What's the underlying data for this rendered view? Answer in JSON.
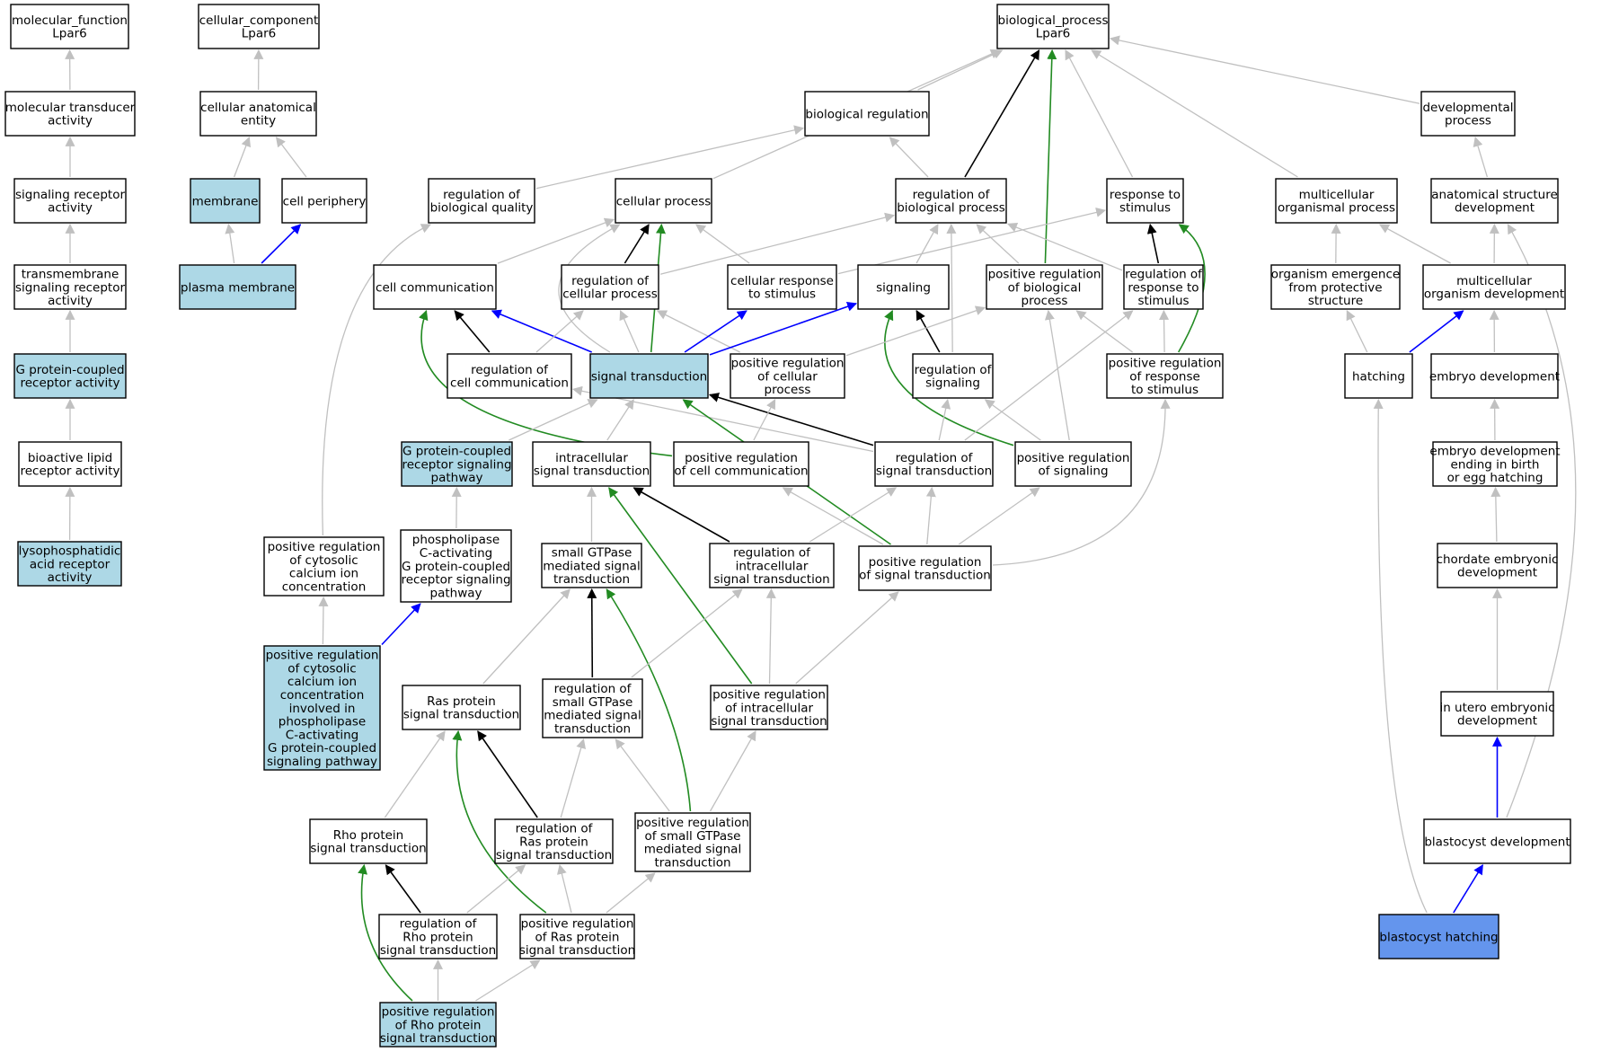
{
  "colors": {
    "grey": "#c0c0c0",
    "black": "#000000",
    "blue": "#0000ff",
    "green": "#228b22",
    "fill_white": "#ffffff",
    "fill_light": "#add8e6",
    "fill_query": "#6495ed"
  },
  "nodes": {
    "mf": {
      "lines": [
        "molecular_function",
        "Lpar6"
      ],
      "fill": "white"
    },
    "cc": {
      "lines": [
        "cellular_component",
        "Lpar6"
      ],
      "fill": "white"
    },
    "bp": {
      "lines": [
        "biological_process",
        "Lpar6"
      ],
      "fill": "white"
    },
    "mta": {
      "lines": [
        "molecular transducer",
        "activity"
      ],
      "fill": "white"
    },
    "cae": {
      "lines": [
        "cellular anatomical",
        "entity"
      ],
      "fill": "white"
    },
    "breg": {
      "lines": [
        "biological regulation"
      ],
      "fill": "white"
    },
    "dev": {
      "lines": [
        "developmental",
        "process"
      ],
      "fill": "white"
    },
    "sra": {
      "lines": [
        "signaling receptor",
        "activity"
      ],
      "fill": "white"
    },
    "mem": {
      "lines": [
        "membrane"
      ],
      "fill": "light"
    },
    "cper": {
      "lines": [
        "cell periphery"
      ],
      "fill": "white"
    },
    "rbq": {
      "lines": [
        "regulation of",
        "biological quality"
      ],
      "fill": "white"
    },
    "cp": {
      "lines": [
        "cellular process"
      ],
      "fill": "white"
    },
    "rbp": {
      "lines": [
        "regulation of",
        "biological process"
      ],
      "fill": "white"
    },
    "rts": {
      "lines": [
        "response to",
        "stimulus"
      ],
      "fill": "white"
    },
    "mop": {
      "lines": [
        "multicellular",
        "organismal process"
      ],
      "fill": "white"
    },
    "asd": {
      "lines": [
        "anatomical structure",
        "development"
      ],
      "fill": "white"
    },
    "tsra": {
      "lines": [
        "transmembrane",
        "signaling receptor",
        "activity"
      ],
      "fill": "white"
    },
    "pm": {
      "lines": [
        "plasma membrane"
      ],
      "fill": "light"
    },
    "ccomm": {
      "lines": [
        "cell communication"
      ],
      "fill": "white"
    },
    "rcp": {
      "lines": [
        "regulation of",
        "cellular process"
      ],
      "fill": "white"
    },
    "crs": {
      "lines": [
        "cellular response",
        "to stimulus"
      ],
      "fill": "white"
    },
    "sig": {
      "lines": [
        "signaling"
      ],
      "fill": "white"
    },
    "prbp": {
      "lines": [
        "positive regulation",
        "of biological",
        "process"
      ],
      "fill": "white"
    },
    "rrs": {
      "lines": [
        "regulation of",
        "response to",
        "stimulus"
      ],
      "fill": "white"
    },
    "oep": {
      "lines": [
        "organism emergence",
        "from protective",
        "structure"
      ],
      "fill": "white"
    },
    "mod": {
      "lines": [
        "multicellular",
        "organism development"
      ],
      "fill": "white"
    },
    "gpcra": {
      "lines": [
        "G protein-coupled",
        "receptor activity"
      ],
      "fill": "light"
    },
    "rcc": {
      "lines": [
        "regulation of",
        "cell communication"
      ],
      "fill": "white"
    },
    "st": {
      "lines": [
        "signal transduction"
      ],
      "fill": "light"
    },
    "prcp": {
      "lines": [
        "positive regulation",
        "of cellular",
        "process"
      ],
      "fill": "white"
    },
    "rsig": {
      "lines": [
        "regulation of",
        "signaling"
      ],
      "fill": "white"
    },
    "prrs": {
      "lines": [
        "positive regulation",
        "of response",
        "to stimulus"
      ],
      "fill": "white"
    },
    "hatch": {
      "lines": [
        "hatching"
      ],
      "fill": "white"
    },
    "ed": {
      "lines": [
        "embryo development"
      ],
      "fill": "white"
    },
    "blra": {
      "lines": [
        "bioactive lipid",
        "receptor activity"
      ],
      "fill": "white"
    },
    "gpcrsp": {
      "lines": [
        "G protein-coupled",
        "receptor signaling",
        "pathway"
      ],
      "fill": "light"
    },
    "ist": {
      "lines": [
        "intracellular",
        "signal transduction"
      ],
      "fill": "white"
    },
    "prcc": {
      "lines": [
        "positive regulation",
        "of cell communication"
      ],
      "fill": "white"
    },
    "rst": {
      "lines": [
        "regulation of",
        "signal transduction"
      ],
      "fill": "white"
    },
    "prsig": {
      "lines": [
        "positive regulation",
        "of signaling"
      ],
      "fill": "white"
    },
    "edeb": {
      "lines": [
        "embryo development",
        "ending in birth",
        "or egg hatching"
      ],
      "fill": "white"
    },
    "lpara": {
      "lines": [
        "lysophosphatidic",
        "acid receptor",
        "activity"
      ],
      "fill": "light"
    },
    "prcci": {
      "lines": [
        "positive regulation",
        "of cytosolic",
        "calcium ion",
        "concentration"
      ],
      "fill": "white"
    },
    "plc": {
      "lines": [
        "phospholipase",
        "C-activating",
        "G protein-coupled",
        "receptor signaling",
        "pathway"
      ],
      "fill": "white"
    },
    "sgst": {
      "lines": [
        "small GTPase",
        "mediated signal",
        "transduction"
      ],
      "fill": "white"
    },
    "rist": {
      "lines": [
        "regulation of",
        "intracellular",
        "signal transduction"
      ],
      "fill": "white"
    },
    "prst": {
      "lines": [
        "positive regulation",
        "of signal transduction"
      ],
      "fill": "white"
    },
    "ced": {
      "lines": [
        "chordate embryonic",
        "development"
      ],
      "fill": "white"
    },
    "prcciplc": {
      "lines": [
        "positive regulation",
        "of cytosolic",
        "calcium ion",
        "concentration",
        "involved in",
        "phospholipase",
        "C-activating",
        "G protein-coupled",
        "signaling pathway"
      ],
      "fill": "light"
    },
    "rasst": {
      "lines": [
        "Ras protein",
        "signal transduction"
      ],
      "fill": "white"
    },
    "rsgst": {
      "lines": [
        "regulation of",
        "small GTPase",
        "mediated signal",
        "transduction"
      ],
      "fill": "white"
    },
    "prist": {
      "lines": [
        "positive regulation",
        "of intracellular",
        "signal transduction"
      ],
      "fill": "white"
    },
    "iued": {
      "lines": [
        "in utero embryonic",
        "development"
      ],
      "fill": "white"
    },
    "rhost": {
      "lines": [
        "Rho protein",
        "signal transduction"
      ],
      "fill": "white"
    },
    "rrasst": {
      "lines": [
        "regulation of",
        "Ras protein",
        "signal transduction"
      ],
      "fill": "white"
    },
    "prsgst": {
      "lines": [
        "positive regulation",
        "of small GTPase",
        "mediated signal",
        "transduction"
      ],
      "fill": "white"
    },
    "bd": {
      "lines": [
        "blastocyst development"
      ],
      "fill": "white"
    },
    "rrhost": {
      "lines": [
        "regulation of",
        "Rho protein",
        "signal transduction"
      ],
      "fill": "white"
    },
    "prrasst": {
      "lines": [
        "positive regulation",
        "of Ras protein",
        "signal transduction"
      ],
      "fill": "white"
    },
    "bh": {
      "lines": [
        "blastocyst hatching"
      ],
      "fill": "query"
    },
    "prrhost": {
      "lines": [
        "positive regulation",
        "of Rho protein",
        "signal transduction"
      ],
      "fill": "light"
    }
  },
  "edges": [
    {
      "from": "mta",
      "to": "mf",
      "color": "grey"
    },
    {
      "from": "sra",
      "to": "mta",
      "color": "grey"
    },
    {
      "from": "tsra",
      "to": "sra",
      "color": "grey"
    },
    {
      "from": "gpcra",
      "to": "tsra",
      "color": "grey"
    },
    {
      "from": "blra",
      "to": "gpcra",
      "color": "grey"
    },
    {
      "from": "lpara",
      "to": "blra",
      "color": "grey"
    },
    {
      "from": "cae",
      "to": "cc",
      "color": "grey"
    },
    {
      "from": "mem",
      "to": "cae",
      "color": "grey"
    },
    {
      "from": "cper",
      "to": "cae",
      "color": "grey"
    },
    {
      "from": "pm",
      "to": "mem",
      "color": "grey"
    },
    {
      "from": "pm",
      "to": "cper",
      "color": "blue"
    },
    {
      "from": "breg",
      "to": "bp",
      "color": "grey"
    },
    {
      "from": "cp",
      "to": "bp",
      "color": "grey"
    },
    {
      "from": "rbp",
      "to": "bp",
      "color": "black"
    },
    {
      "from": "prbp",
      "to": "bp",
      "color": "green"
    },
    {
      "from": "rts",
      "to": "bp",
      "color": "grey"
    },
    {
      "from": "mop",
      "to": "bp",
      "color": "grey"
    },
    {
      "from": "dev",
      "to": "bp",
      "color": "grey"
    },
    {
      "from": "rbq",
      "to": "breg",
      "color": "grey"
    },
    {
      "from": "rbp",
      "to": "breg",
      "color": "grey"
    },
    {
      "from": "asd",
      "to": "dev",
      "color": "grey"
    },
    {
      "from": "ccomm",
      "to": "cp",
      "color": "grey"
    },
    {
      "from": "rcp",
      "to": "cp",
      "color": "black"
    },
    {
      "from": "crs",
      "to": "cp",
      "color": "grey"
    },
    {
      "from": "st",
      "to": "cp",
      "color": "grey",
      "curve": [
        560,
        320
      ]
    },
    {
      "from": "st",
      "to": "cp",
      "color": "green"
    },
    {
      "from": "rcp",
      "to": "rbp",
      "color": "grey"
    },
    {
      "from": "sig",
      "to": "rbp",
      "color": "grey"
    },
    {
      "from": "prbp",
      "to": "rbp",
      "color": "grey"
    },
    {
      "from": "rrs",
      "to": "rbp",
      "color": "grey"
    },
    {
      "from": "rsig",
      "to": "rbp",
      "color": "grey"
    },
    {
      "from": "rrs",
      "to": "rts",
      "color": "black"
    },
    {
      "from": "crs",
      "to": "rts",
      "color": "grey"
    },
    {
      "from": "prrs",
      "to": "rts",
      "color": "green",
      "curve": [
        1370,
        290
      ]
    },
    {
      "from": "oep",
      "to": "mop",
      "color": "grey"
    },
    {
      "from": "mod",
      "to": "mop",
      "color": "grey"
    },
    {
      "from": "mod",
      "to": "asd",
      "color": "grey"
    },
    {
      "from": "bd",
      "to": "asd",
      "color": "grey",
      "curve": [
        1830,
        520
      ]
    },
    {
      "from": "rcc",
      "to": "ccomm",
      "color": "black"
    },
    {
      "from": "st",
      "to": "ccomm",
      "color": "blue"
    },
    {
      "from": "prcc",
      "to": "ccomm",
      "color": "green",
      "curve": [
        430,
        470
      ]
    },
    {
      "from": "st",
      "to": "rcp",
      "color": "grey"
    },
    {
      "from": "rcc",
      "to": "rcp",
      "color": "grey"
    },
    {
      "from": "prcp",
      "to": "rcp",
      "color": "grey"
    },
    {
      "from": "st",
      "to": "crs",
      "color": "blue"
    },
    {
      "from": "st",
      "to": "sig",
      "color": "blue"
    },
    {
      "from": "rsig",
      "to": "sig",
      "color": "black"
    },
    {
      "from": "prsig",
      "to": "sig",
      "color": "green",
      "curve": [
        950,
        440
      ]
    },
    {
      "from": "prcp",
      "to": "prbp",
      "color": "grey"
    },
    {
      "from": "prrs",
      "to": "prbp",
      "color": "grey"
    },
    {
      "from": "prsig",
      "to": "prbp",
      "color": "grey"
    },
    {
      "from": "prrs",
      "to": "rrs",
      "color": "grey"
    },
    {
      "from": "rst",
      "to": "rrs",
      "color": "grey"
    },
    {
      "from": "hatch",
      "to": "oep",
      "color": "grey"
    },
    {
      "from": "hatch",
      "to": "mod",
      "color": "blue"
    },
    {
      "from": "ed",
      "to": "mod",
      "color": "grey"
    },
    {
      "from": "rst",
      "to": "rcc",
      "color": "grey"
    },
    {
      "from": "gpcrsp",
      "to": "st",
      "color": "grey"
    },
    {
      "from": "ist",
      "to": "st",
      "color": "grey"
    },
    {
      "from": "rst",
      "to": "st",
      "color": "black"
    },
    {
      "from": "prst",
      "to": "st",
      "color": "green"
    },
    {
      "from": "prcc",
      "to": "prcp",
      "color": "grey"
    },
    {
      "from": "rst",
      "to": "rsig",
      "color": "grey"
    },
    {
      "from": "prsig",
      "to": "rsig",
      "color": "grey"
    },
    {
      "from": "prst",
      "to": "prrs",
      "color": "grey",
      "curve": [
        1300,
        620
      ]
    },
    {
      "from": "bh",
      "to": "hatch",
      "color": "grey",
      "curve": [
        1530,
        900
      ]
    },
    {
      "from": "edeb",
      "to": "ed",
      "color": "grey"
    },
    {
      "from": "plc",
      "to": "gpcrsp",
      "color": "grey"
    },
    {
      "from": "sgst",
      "to": "ist",
      "color": "grey"
    },
    {
      "from": "rist",
      "to": "ist",
      "color": "black"
    },
    {
      "from": "prist",
      "to": "ist",
      "color": "green"
    },
    {
      "from": "prst",
      "to": "prcc",
      "color": "grey"
    },
    {
      "from": "rist",
      "to": "rst",
      "color": "grey"
    },
    {
      "from": "prst",
      "to": "rst",
      "color": "grey"
    },
    {
      "from": "prst",
      "to": "prsig",
      "color": "grey"
    },
    {
      "from": "ced",
      "to": "edeb",
      "color": "grey"
    },
    {
      "from": "prcciplc",
      "to": "prcci",
      "color": "grey"
    },
    {
      "from": "prcciplc",
      "to": "plc",
      "color": "blue"
    },
    {
      "from": "prcci",
      "to": "rbq",
      "color": "grey",
      "curve": [
        350,
        310
      ]
    },
    {
      "from": "rasst",
      "to": "sgst",
      "color": "grey"
    },
    {
      "from": "rsgst",
      "to": "sgst",
      "color": "black"
    },
    {
      "from": "prsgst",
      "to": "sgst",
      "color": "green",
      "curve": [
        760,
        790
      ]
    },
    {
      "from": "rsgst",
      "to": "rist",
      "color": "grey"
    },
    {
      "from": "prist",
      "to": "rist",
      "color": "grey"
    },
    {
      "from": "prist",
      "to": "prst",
      "color": "grey"
    },
    {
      "from": "iued",
      "to": "ced",
      "color": "grey"
    },
    {
      "from": "rhost",
      "to": "rasst",
      "color": "grey"
    },
    {
      "from": "rrasst",
      "to": "rasst",
      "color": "black"
    },
    {
      "from": "prrasst",
      "to": "rasst",
      "color": "green",
      "curve": [
        495,
        930
      ]
    },
    {
      "from": "rrasst",
      "to": "rsgst",
      "color": "grey"
    },
    {
      "from": "prsgst",
      "to": "rsgst",
      "color": "grey"
    },
    {
      "from": "prsgst",
      "to": "prist",
      "color": "grey"
    },
    {
      "from": "bd",
      "to": "iued",
      "color": "blue"
    },
    {
      "from": "rrhost",
      "to": "rhost",
      "color": "black"
    },
    {
      "from": "prrhost",
      "to": "rhost",
      "color": "green",
      "curve": [
        390,
        1050
      ]
    },
    {
      "from": "rrhost",
      "to": "rrasst",
      "color": "grey"
    },
    {
      "from": "prrasst",
      "to": "rrasst",
      "color": "grey"
    },
    {
      "from": "prrasst",
      "to": "prsgst",
      "color": "grey"
    },
    {
      "from": "bh",
      "to": "bd",
      "color": "blue"
    },
    {
      "from": "prrhost",
      "to": "rrhost",
      "color": "grey"
    },
    {
      "from": "prrhost",
      "to": "prrasst",
      "color": "grey"
    }
  ]
}
